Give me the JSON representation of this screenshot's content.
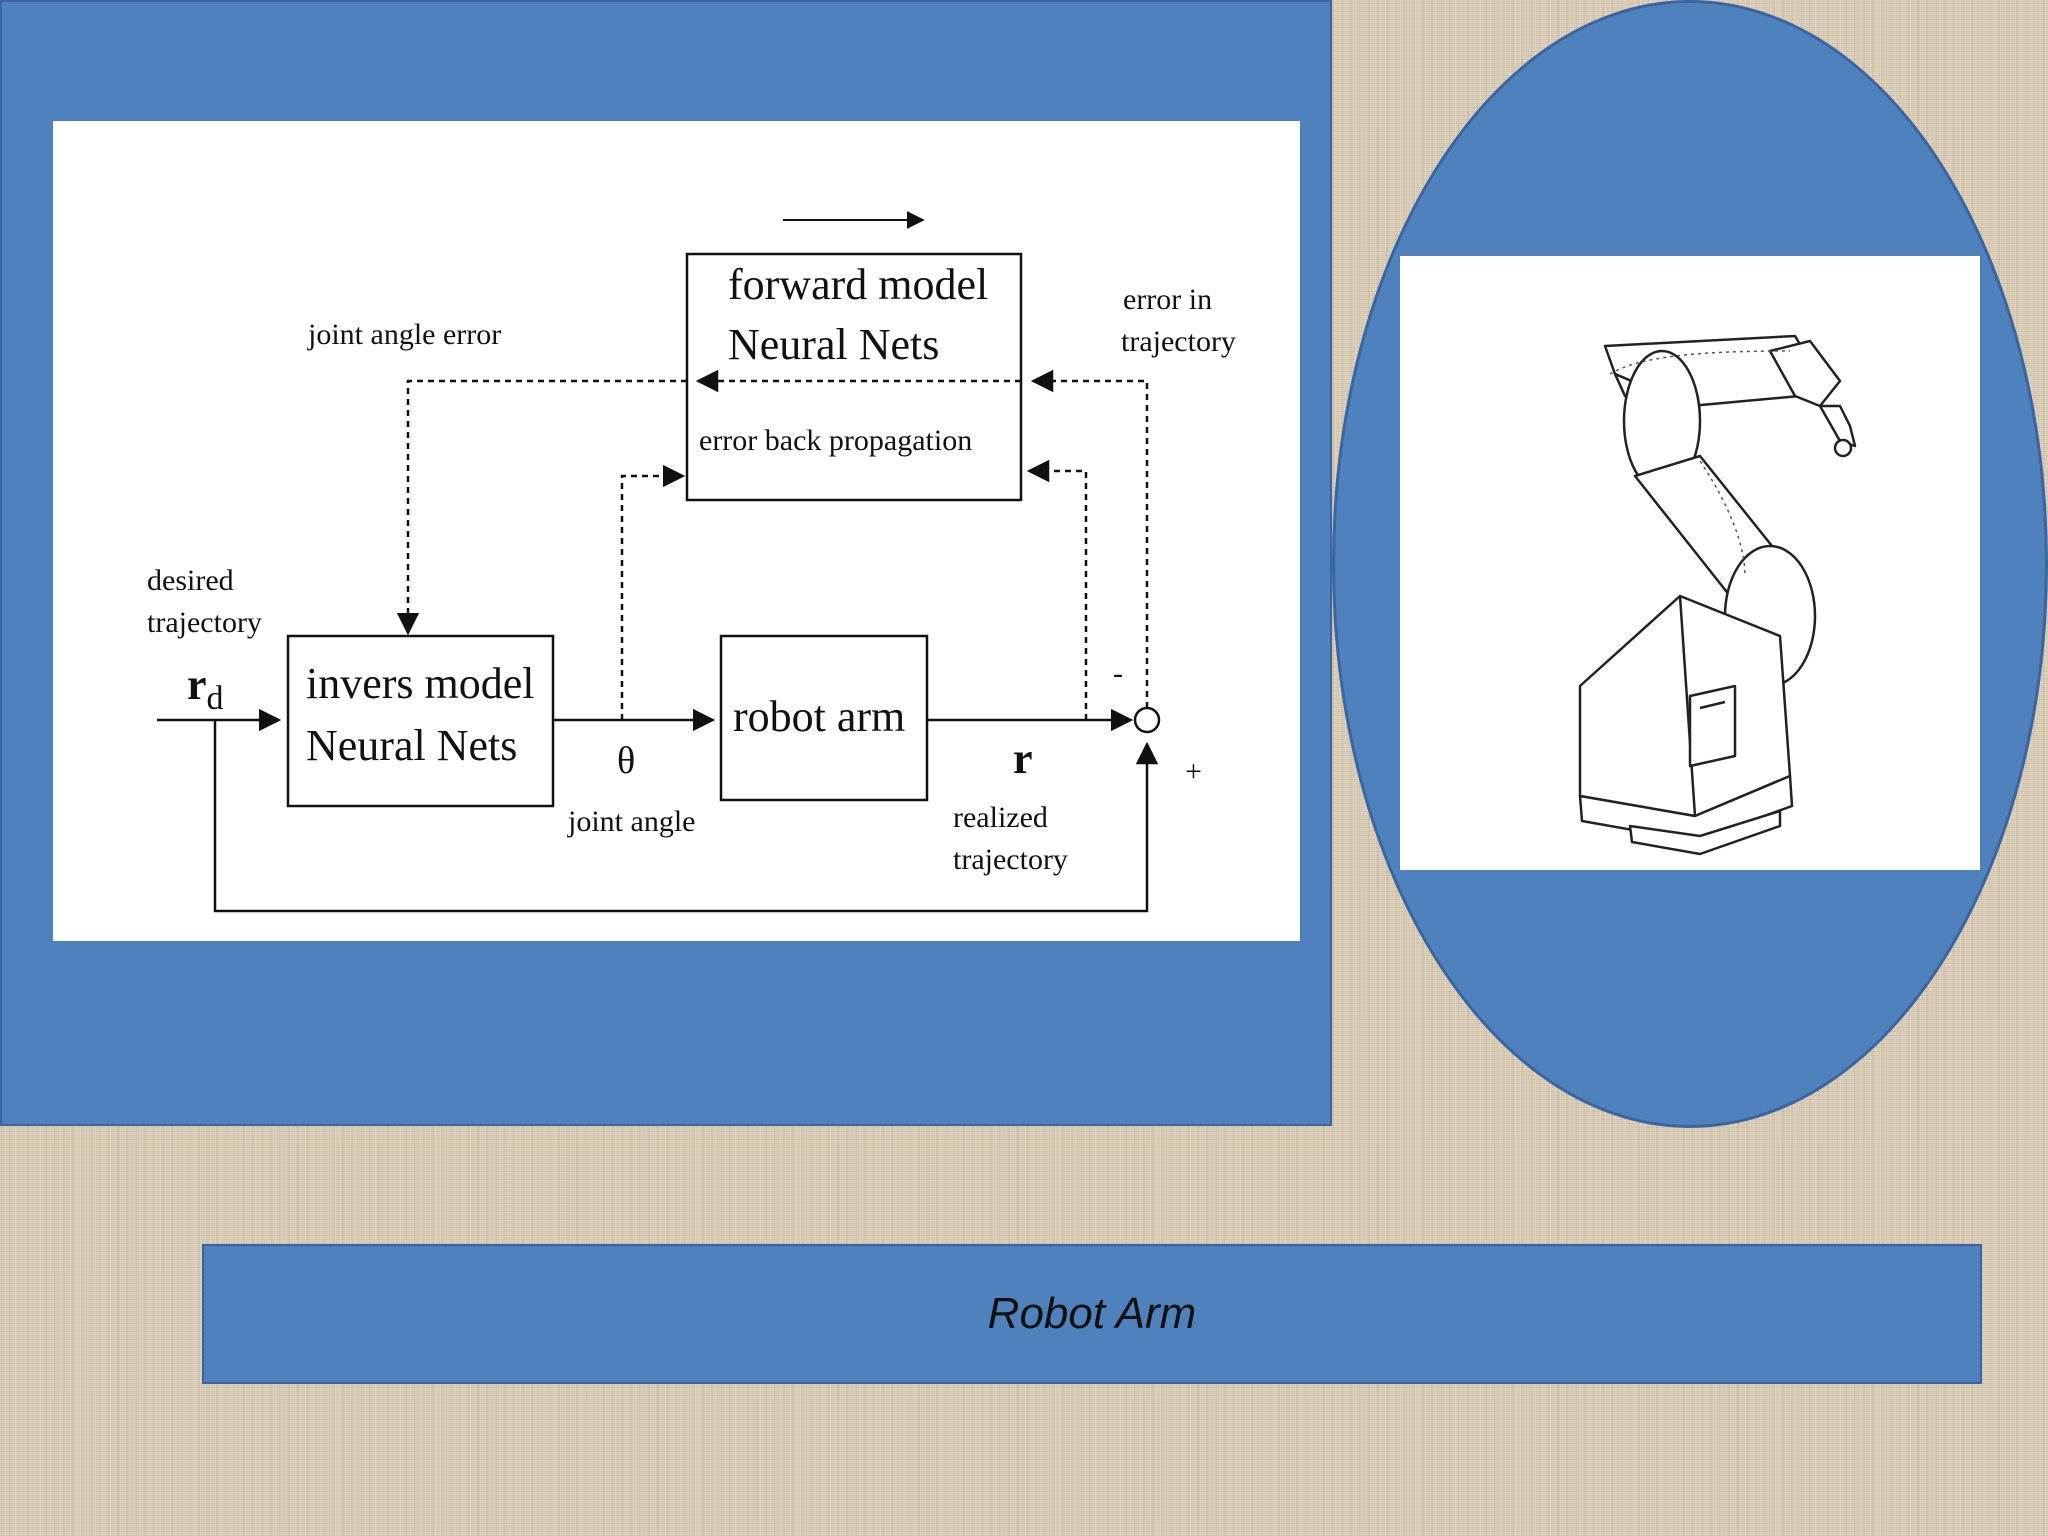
{
  "diagram": {
    "forward_box": {
      "line1": "forward model",
      "line2": "Neural Nets",
      "line3": "error back propagation"
    },
    "inverse_box": {
      "line1": "invers model",
      "line2": "Neural Nets"
    },
    "robot_box": {
      "label": "robot arm"
    },
    "labels": {
      "joint_angle_error": "joint angle error",
      "error_in_trajectory_1": "error in",
      "error_in_trajectory_2": "trajectory",
      "desired_1": "desired",
      "desired_2": "trajectory",
      "rd_main": "r",
      "rd_sub": "d",
      "theta": "θ",
      "joint_angle": "joint angle",
      "r": "r",
      "realized_1": "realized",
      "realized_2": "trajectory",
      "minus": "-",
      "plus": "+"
    }
  },
  "caption": "Robot Arm",
  "colors": {
    "panel": "#4f81bd",
    "panel_border": "#3a65a0",
    "background": "#d9ccb6"
  }
}
